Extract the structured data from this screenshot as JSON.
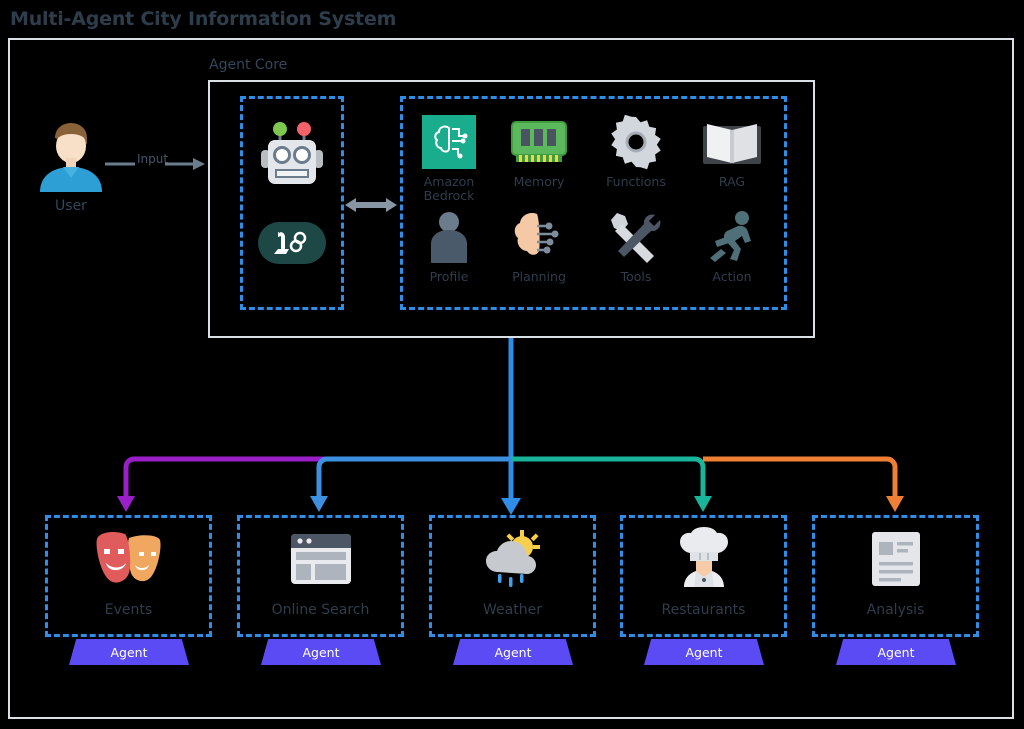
{
  "title": "Multi-Agent City Information System",
  "core": {
    "label": "Agent Core",
    "llm_panel": {
      "robot_icon": "robot-icon",
      "framework_icon": "langchain-logo-icon"
    },
    "exchange_icon": "bidirectional-arrow-icon",
    "modules": [
      {
        "label": "Amazon\nBedrock",
        "label_line1": "Amazon",
        "label_line2": "Bedrock",
        "icon": "amazon-bedrock-brain-icon"
      },
      {
        "label": "Memory",
        "label_line1": "Memory",
        "label_line2": "",
        "icon": "memory-ram-icon"
      },
      {
        "label": "Functions",
        "label_line1": "Functions",
        "label_line2": "",
        "icon": "gear-icon"
      },
      {
        "label": "RAG",
        "label_line1": "RAG",
        "label_line2": "",
        "icon": "open-book-icon"
      },
      {
        "label": "Profile",
        "label_line1": "Profile",
        "label_line2": "",
        "icon": "person-icon"
      },
      {
        "label": "Planning",
        "label_line1": "Planning",
        "label_line2": "",
        "icon": "brain-circuit-icon"
      },
      {
        "label": "Tools",
        "label_line1": "Tools",
        "label_line2": "",
        "icon": "wrench-screwdriver-icon"
      },
      {
        "label": "Action",
        "label_line1": "Action",
        "label_line2": "",
        "icon": "running-person-icon"
      }
    ]
  },
  "user": {
    "label": "User",
    "icon": "user-avatar-icon",
    "input_label": "Input",
    "arrow_icon": "right-arrow-icon"
  },
  "agents": [
    {
      "label": "Events",
      "icon": "theater-masks-icon",
      "tag": "Agent",
      "connector_color": "#9b1fc8"
    },
    {
      "label": "Online Search",
      "icon": "browser-window-icon",
      "tag": "Agent",
      "connector_color": "#3d8fe0"
    },
    {
      "label": "Weather",
      "icon": "sun-rain-cloud-icon",
      "tag": "Agent",
      "connector_color": "#2e8de6"
    },
    {
      "label": "Restaurants",
      "icon": "chef-icon",
      "tag": "Agent",
      "connector_color": "#19b59b"
    },
    {
      "label": "Analysis",
      "icon": "document-report-icon",
      "tag": "Agent",
      "connector_color": "#ef8033"
    }
  ],
  "colors": {
    "background": "#000000",
    "frame_border": "#d9e0e6",
    "dashed_border": "#2e8de6",
    "label_text": "#2e3d4c",
    "agent_tag": "#5b4bf5",
    "trunk": "#2e8de6",
    "bedrock_teal": "#19ad8e",
    "grey_arrow": "#6b7c8d"
  }
}
